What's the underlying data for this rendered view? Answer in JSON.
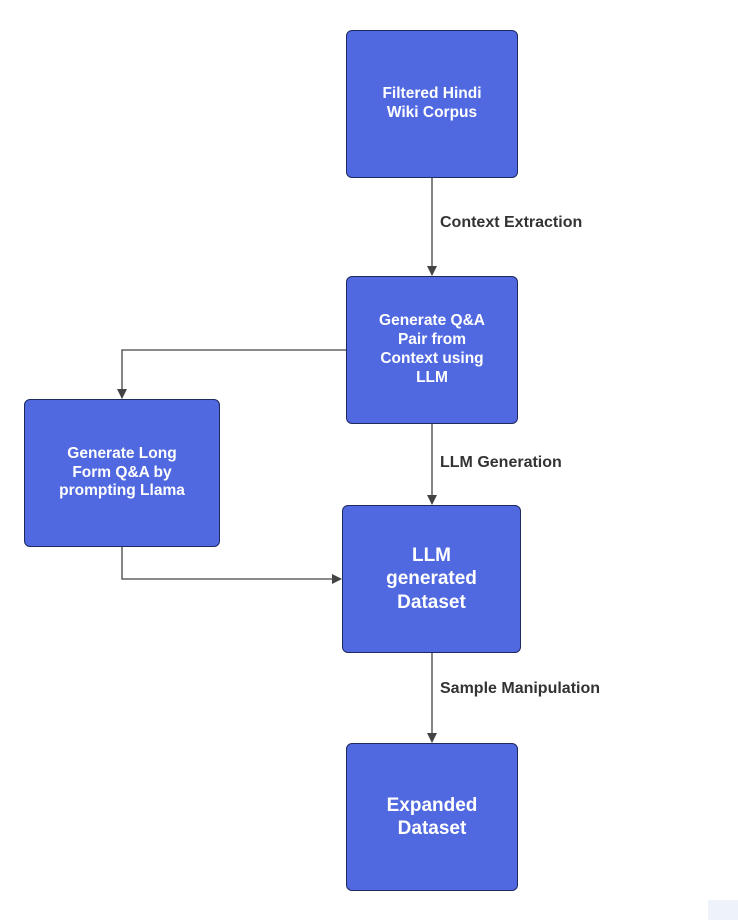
{
  "colors": {
    "node_fill": "#5068e0",
    "node_border": "#1e2a5e",
    "node_text": "#ffffff",
    "edge": "#444444",
    "label_text": "#333333"
  },
  "nodes": {
    "corpus": {
      "label": "Filtered Hindi\nWiki Corpus"
    },
    "qa_pair": {
      "label": "Generate Q&A\nPair from\nContext using\nLLM"
    },
    "long_form": {
      "label": "Generate Long\nForm Q&A by\nprompting Llama"
    },
    "llm_dataset": {
      "label": "LLM\ngenerated\nDataset"
    },
    "expanded": {
      "label": "Expanded\nDataset"
    }
  },
  "edges": {
    "context_extraction": {
      "label": "Context Extraction"
    },
    "llm_generation": {
      "label": "LLM Generation"
    },
    "sample_manipulation": {
      "label": "Sample Manipulation"
    }
  }
}
